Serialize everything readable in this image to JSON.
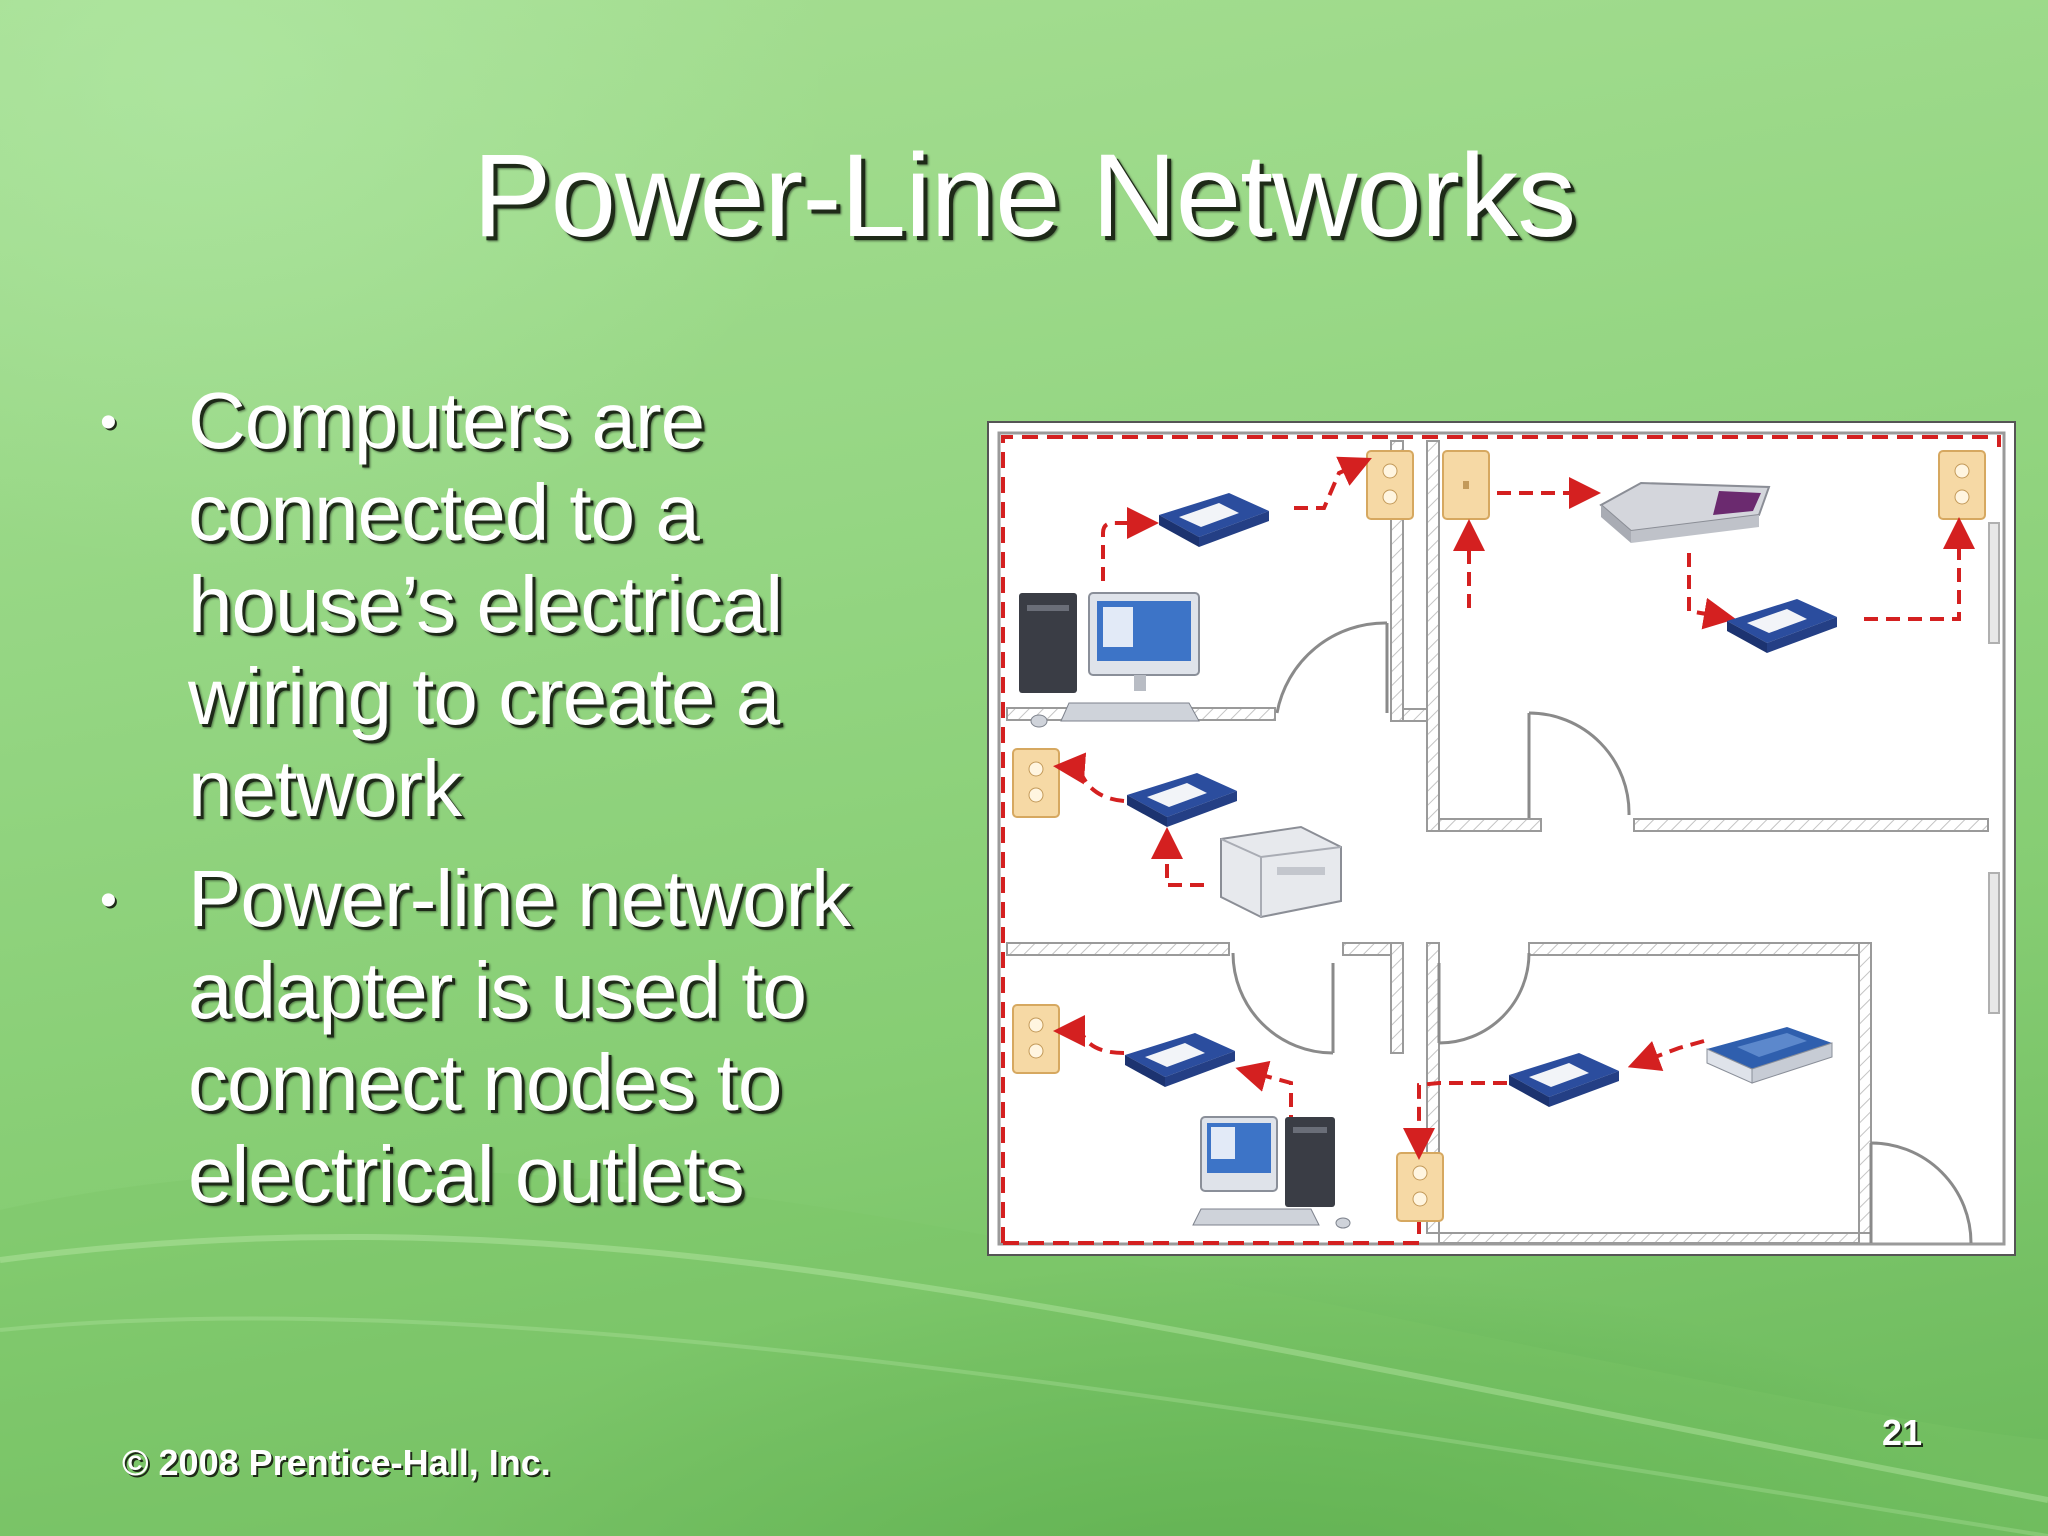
{
  "slide": {
    "title": "Power-Line Networks",
    "bullets": [
      "Computers are connected to a house’s electrical wiring to create a network",
      "Power-line network adapter is used to connect nodes to electrical outlets"
    ],
    "footer": "© 2008 Prentice-Hall, Inc.",
    "page_number": "21"
  },
  "figure": {
    "devices": [
      "computer",
      "power-line-adapter",
      "electrical-outlet",
      "router",
      "printer",
      "scanner"
    ],
    "colors": {
      "wiring": "#d42020",
      "outlet": "#f6d9a5",
      "adapter": "#2b4d9e",
      "wall": "#9a9a9a"
    }
  }
}
